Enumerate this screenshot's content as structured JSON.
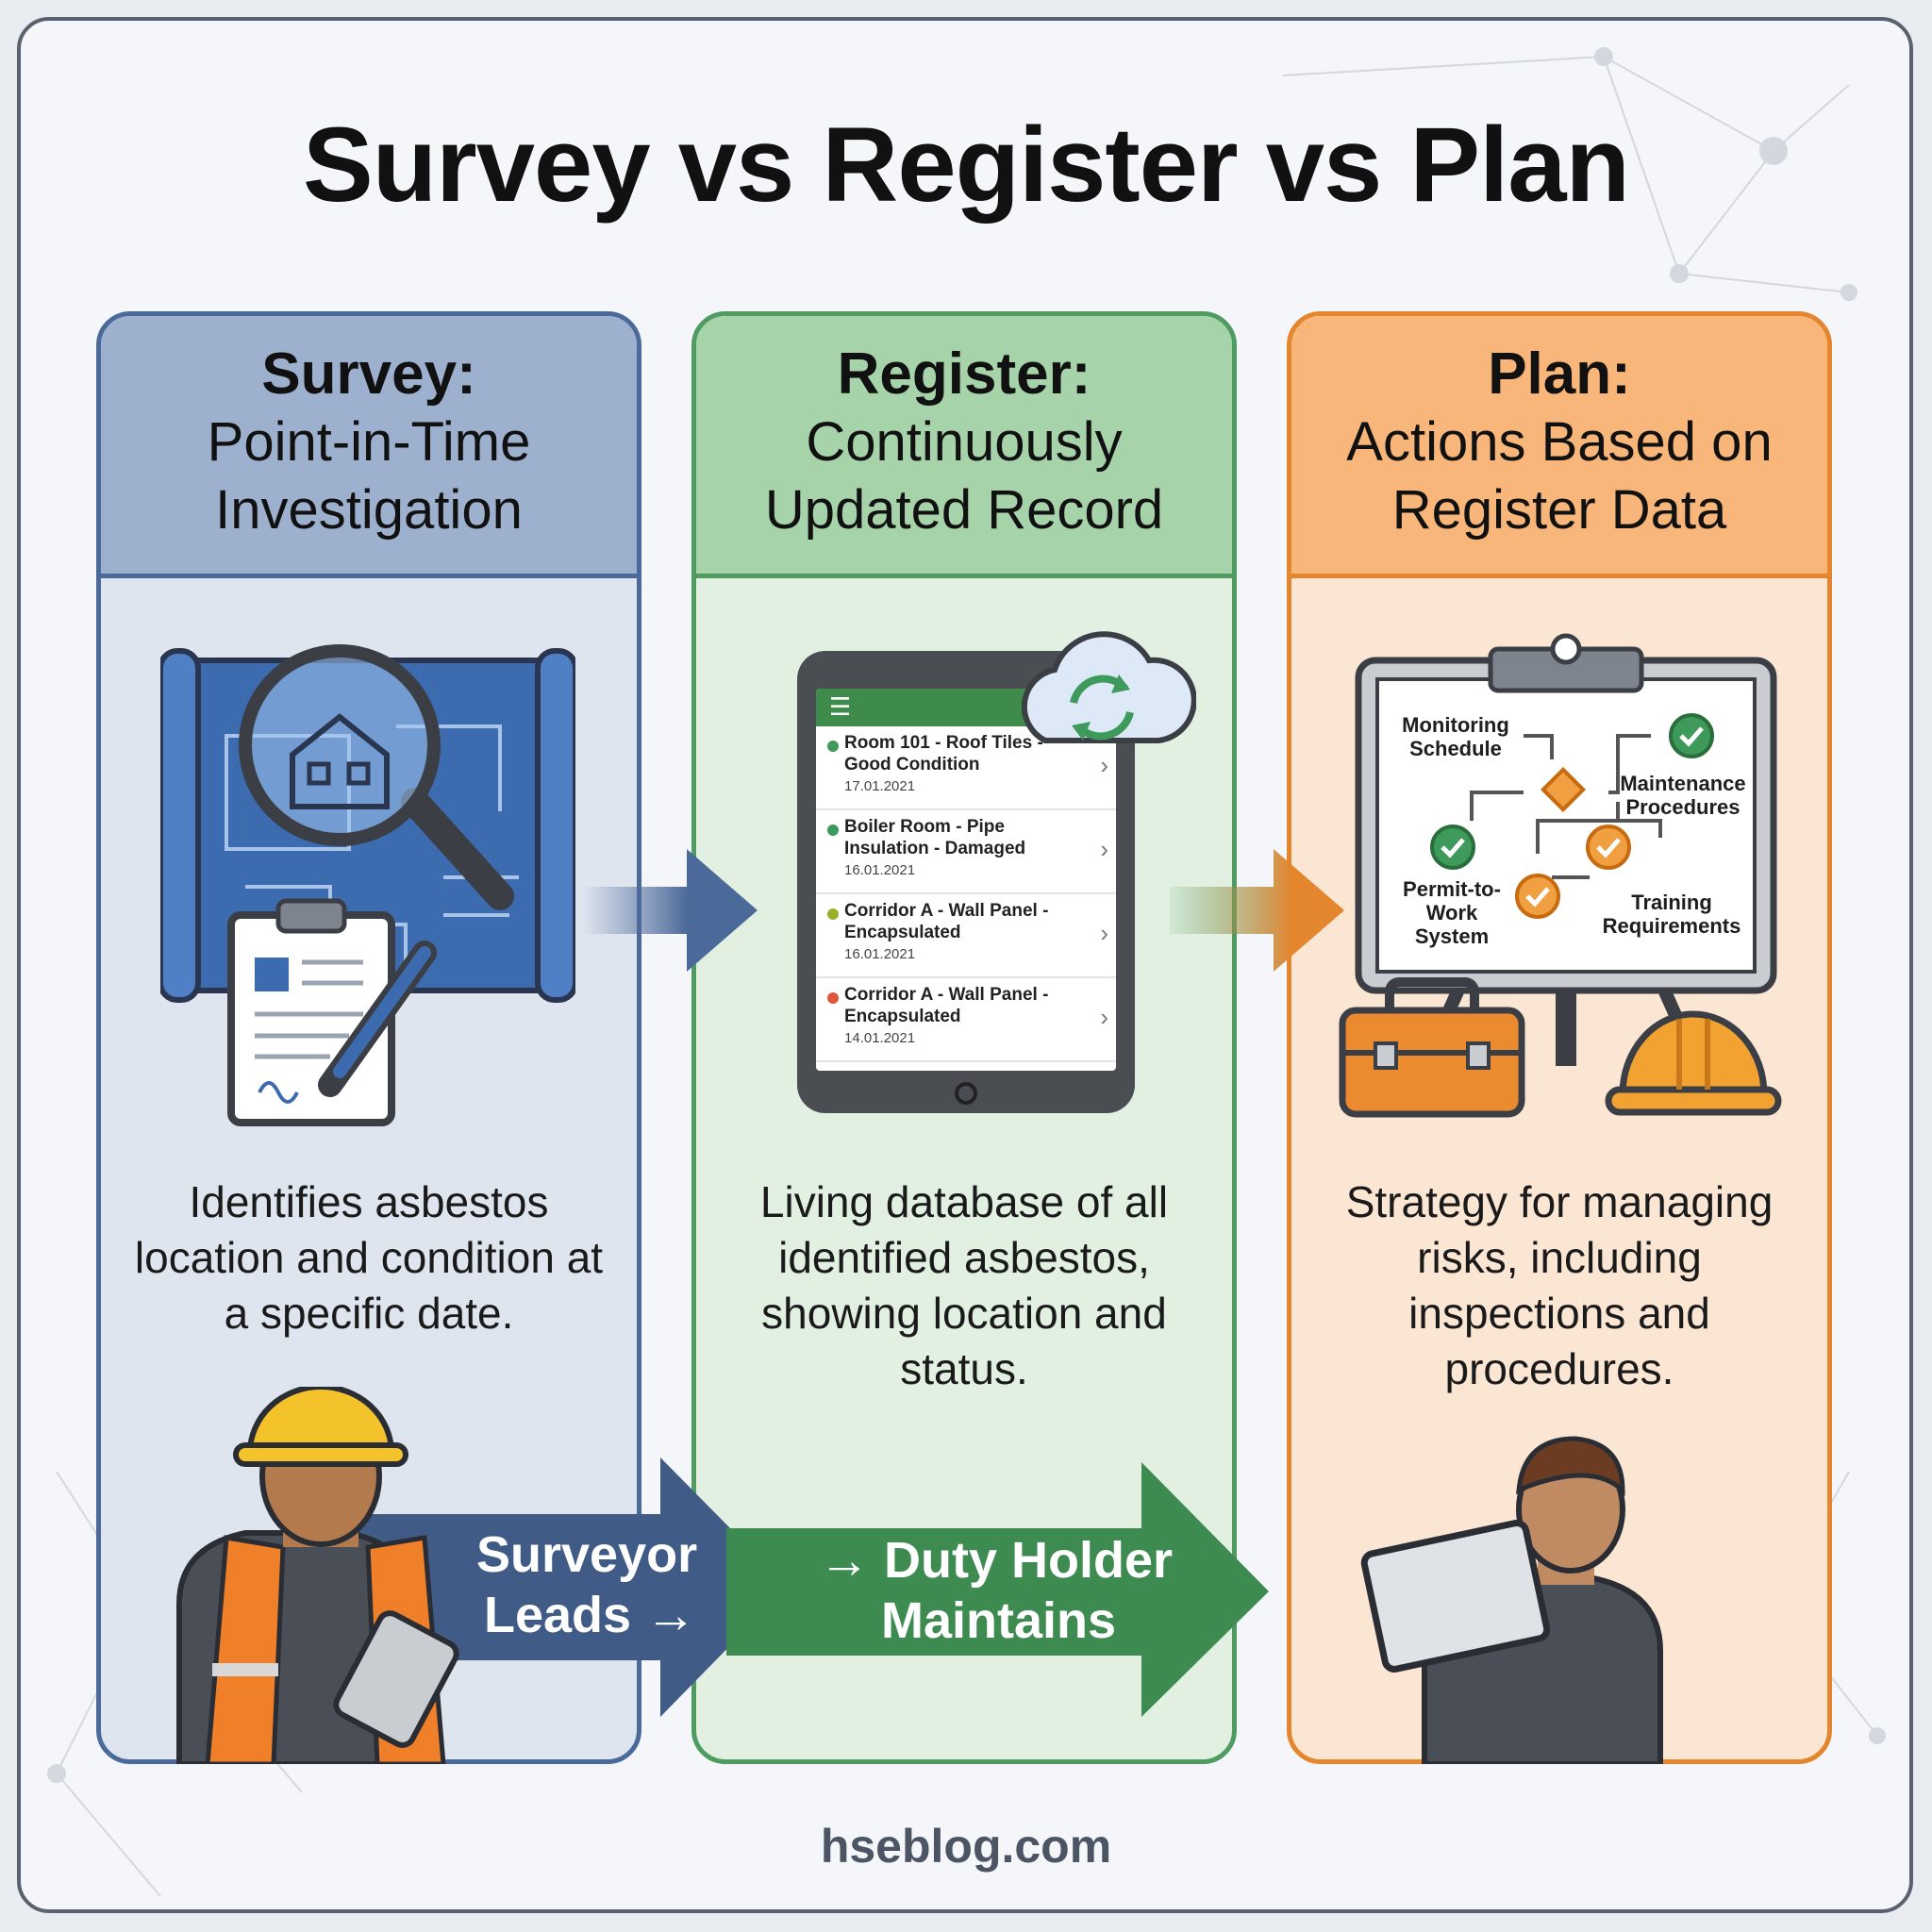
{
  "title": "Survey vs Register vs Plan",
  "panels": {
    "survey": {
      "heading": "Survey:",
      "subheading": [
        "Point-in-Time",
        "Investigation"
      ],
      "description": "Identifies asbestos location and condition at a specific date.",
      "color": "#4c6a99"
    },
    "register": {
      "heading": "Register:",
      "subheading": [
        "Continuously",
        "Updated Record"
      ],
      "description": "Living database of all identified asbestos, showing location and status.",
      "color": "#4f9b62",
      "entries": [
        {
          "line1": "Room 101 - Roof Tiles -",
          "line2": "Good Condition",
          "date": "17.01.2021",
          "status_color": "#3e9a5a"
        },
        {
          "line1": "Boiler Room - Pipe",
          "line2": "Insulation - Damaged",
          "date": "16.01.2021",
          "status_color": "#3e9a5a"
        },
        {
          "line1": "Corridor A - Wall Panel -",
          "line2": "Encapsulated",
          "date": "16.01.2021",
          "status_color": "#9aae2a"
        },
        {
          "line1": "Corridor A - Wall Panel -",
          "line2": "Encapsulated",
          "date": "14.01.2021",
          "status_color": "#e0553a"
        }
      ]
    },
    "plan": {
      "heading": "Plan:",
      "subheading": [
        "Actions Based on",
        "Register Data"
      ],
      "description": "Strategy for managing risks, including inspections and procedures.",
      "color": "#e4862e",
      "board_items": {
        "monitoring": [
          "Monitoring",
          "Schedule"
        ],
        "maintenance": [
          "Maintenance",
          "Procedures"
        ],
        "permit": [
          "Permit-to-",
          "Work",
          "System"
        ],
        "training": [
          "Training",
          "Requirements"
        ]
      }
    }
  },
  "flow": {
    "surveyor": [
      "Surveyor",
      "Leads →"
    ],
    "duty_holder": [
      "→ Duty Holder",
      "Maintains"
    ]
  },
  "footer": "hseblog.com"
}
